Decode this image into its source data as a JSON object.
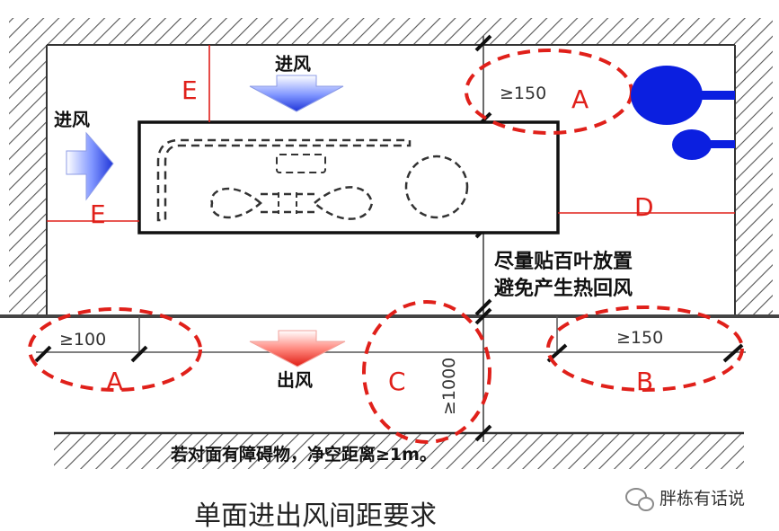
{
  "diagram": {
    "title": "单面进出风间距要求",
    "air_in_top": "进风",
    "air_in_left": "进风",
    "air_out": "出风",
    "note_lines": [
      "尽量贴百叶放置",
      "避免产生热回风"
    ],
    "obstacle_note": "若对面有障碍物，净空距离≥1m。",
    "dim_top_right": "≥150",
    "dim_bottom_left": "≥100",
    "dim_bottom_right": "≥150",
    "dim_vertical": "≥1000",
    "markers": {
      "a_top": "A",
      "a_bottom": "A",
      "b": "B",
      "c": "C",
      "d": "D",
      "e_top": "E",
      "e_left": "E"
    },
    "watermark": "胖栋有话说"
  },
  "colors": {
    "marker_red": "#e0201a",
    "arrow_blue": "#3b55e0",
    "arrow_red": "#e8312a",
    "fan_blue": "#0b1fe0"
  }
}
